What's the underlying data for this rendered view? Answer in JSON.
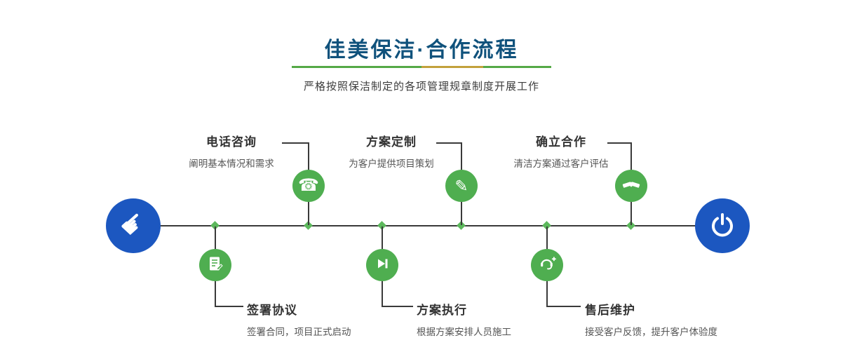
{
  "header": {
    "title": "佳美保洁·合作流程",
    "subtitle": "严格按照保洁制定的各项管理规章制度开展工作"
  },
  "steps": {
    "top": [
      {
        "label": "电话咨询",
        "desc": "阐明基本情况和需求",
        "icon": "phone-icon"
      },
      {
        "label": "方案定制",
        "desc": "为客户提供项目策划",
        "icon": "design-icon"
      },
      {
        "label": "确立合作",
        "desc": "清洁方案通过客户评估",
        "icon": "handshake-icon"
      }
    ],
    "bottom": [
      {
        "label": "签署协议",
        "desc": "签署合同，项目正式启动",
        "icon": "contract-icon"
      },
      {
        "label": "方案执行",
        "desc": "根据方案安排人员施工",
        "icon": "execute-icon"
      },
      {
        "label": "售后维护",
        "desc": "接受客户反馈，提升客户体验度",
        "icon": "aftersales-icon"
      }
    ]
  },
  "icons": {
    "hand_pointer": "☛",
    "phone": "☎",
    "design": "✎",
    "start": "hand-pointer-icon",
    "end": "power-icon"
  },
  "colors": {
    "title_blue": "#10527c",
    "node_green": "#4fae50",
    "endpoint_blue": "#1c57c0",
    "line_dark": "#3a3a3a",
    "underline_green": "#55a946",
    "underline_gold": "#c2a13c"
  }
}
